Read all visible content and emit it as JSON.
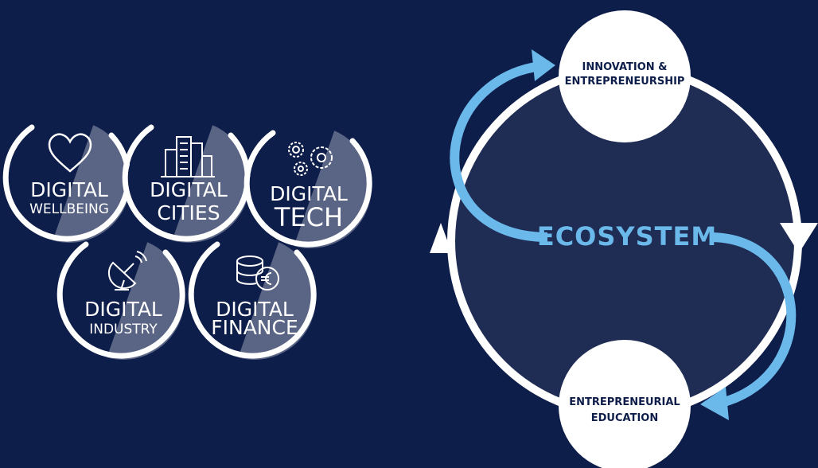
{
  "topics": [
    {
      "line1": "DIGITAL",
      "line2": "WELLBEING",
      "icon": "heart-icon"
    },
    {
      "line1": "DIGITAL",
      "line2": "CITIES",
      "icon": "buildings-icon"
    },
    {
      "line1": "DIGITAL",
      "line2": "TECH",
      "icon": "gears-icon"
    },
    {
      "line1": "DIGITAL",
      "line2": "INDUSTRY",
      "icon": "satellite-dish-icon"
    },
    {
      "line1": "DIGITAL",
      "line2": "FINANCE",
      "icon": "euro-coins-icon"
    }
  ],
  "cycle": {
    "center_label": "ECOSYSTEM",
    "top_node": {
      "line1": "INNOVATION &",
      "line2": "ENTREPRENEURSHIP"
    },
    "bottom_node": {
      "line1": "ENTREPRENEURIAL",
      "line2": "EDUCATION"
    }
  },
  "colors": {
    "background": "#0e1e4a",
    "circle_fill": "#1f2d55",
    "accent_blue": "#6bb8ea",
    "white": "#ffffff",
    "bubble_fill": "#5a6585"
  }
}
